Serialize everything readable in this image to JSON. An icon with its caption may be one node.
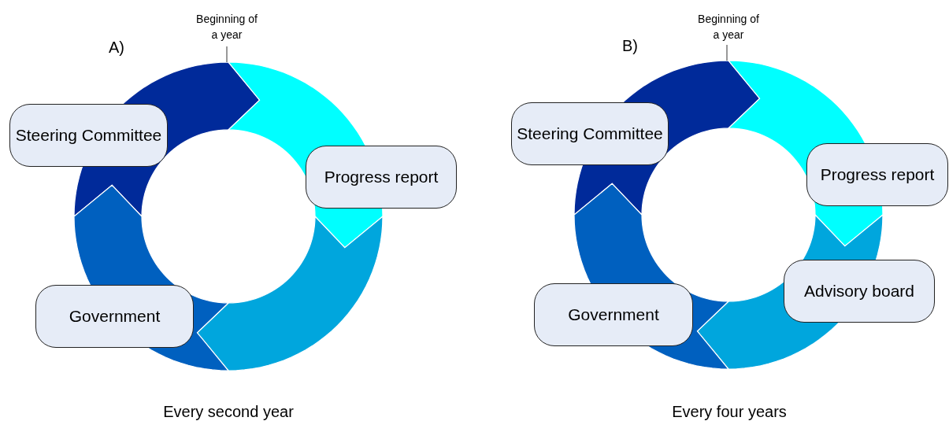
{
  "diagram": {
    "nodes": [
      {
        "text": [
          "Steering Committee"
        ]
      },
      {
        "text": [
          "Progress report"
        ]
      },
      {
        "text": [
          "Government"
        ]
      },
      {
        "text": [
          "Steering Committee"
        ]
      },
      {
        "text": [
          "Progress report"
        ]
      },
      {
        "text": [
          "Advisory board"
        ]
      },
      {
        "text": [
          "Government"
        ]
      }
    ],
    "labels": [
      "A)",
      "Beginning of a year",
      "Every second year",
      "B)",
      "Beginning of a year",
      "Every four years"
    ]
  }
}
